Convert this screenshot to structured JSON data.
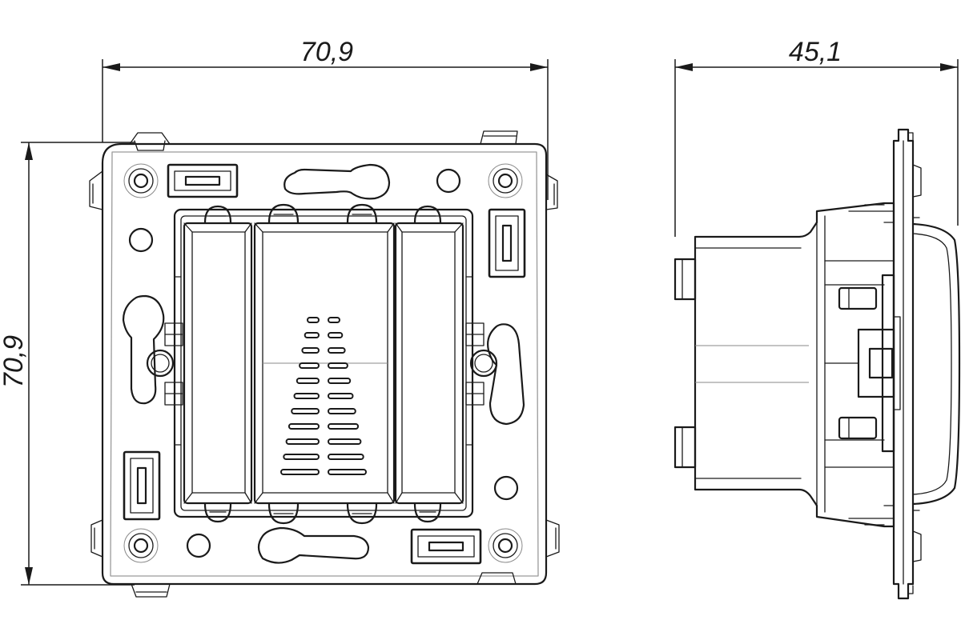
{
  "dimensions": {
    "front_width": "70,9",
    "front_height": "70,9",
    "side_depth": "45,1"
  },
  "colors": {
    "line": "#1a1a1a",
    "background": "#ffffff"
  }
}
